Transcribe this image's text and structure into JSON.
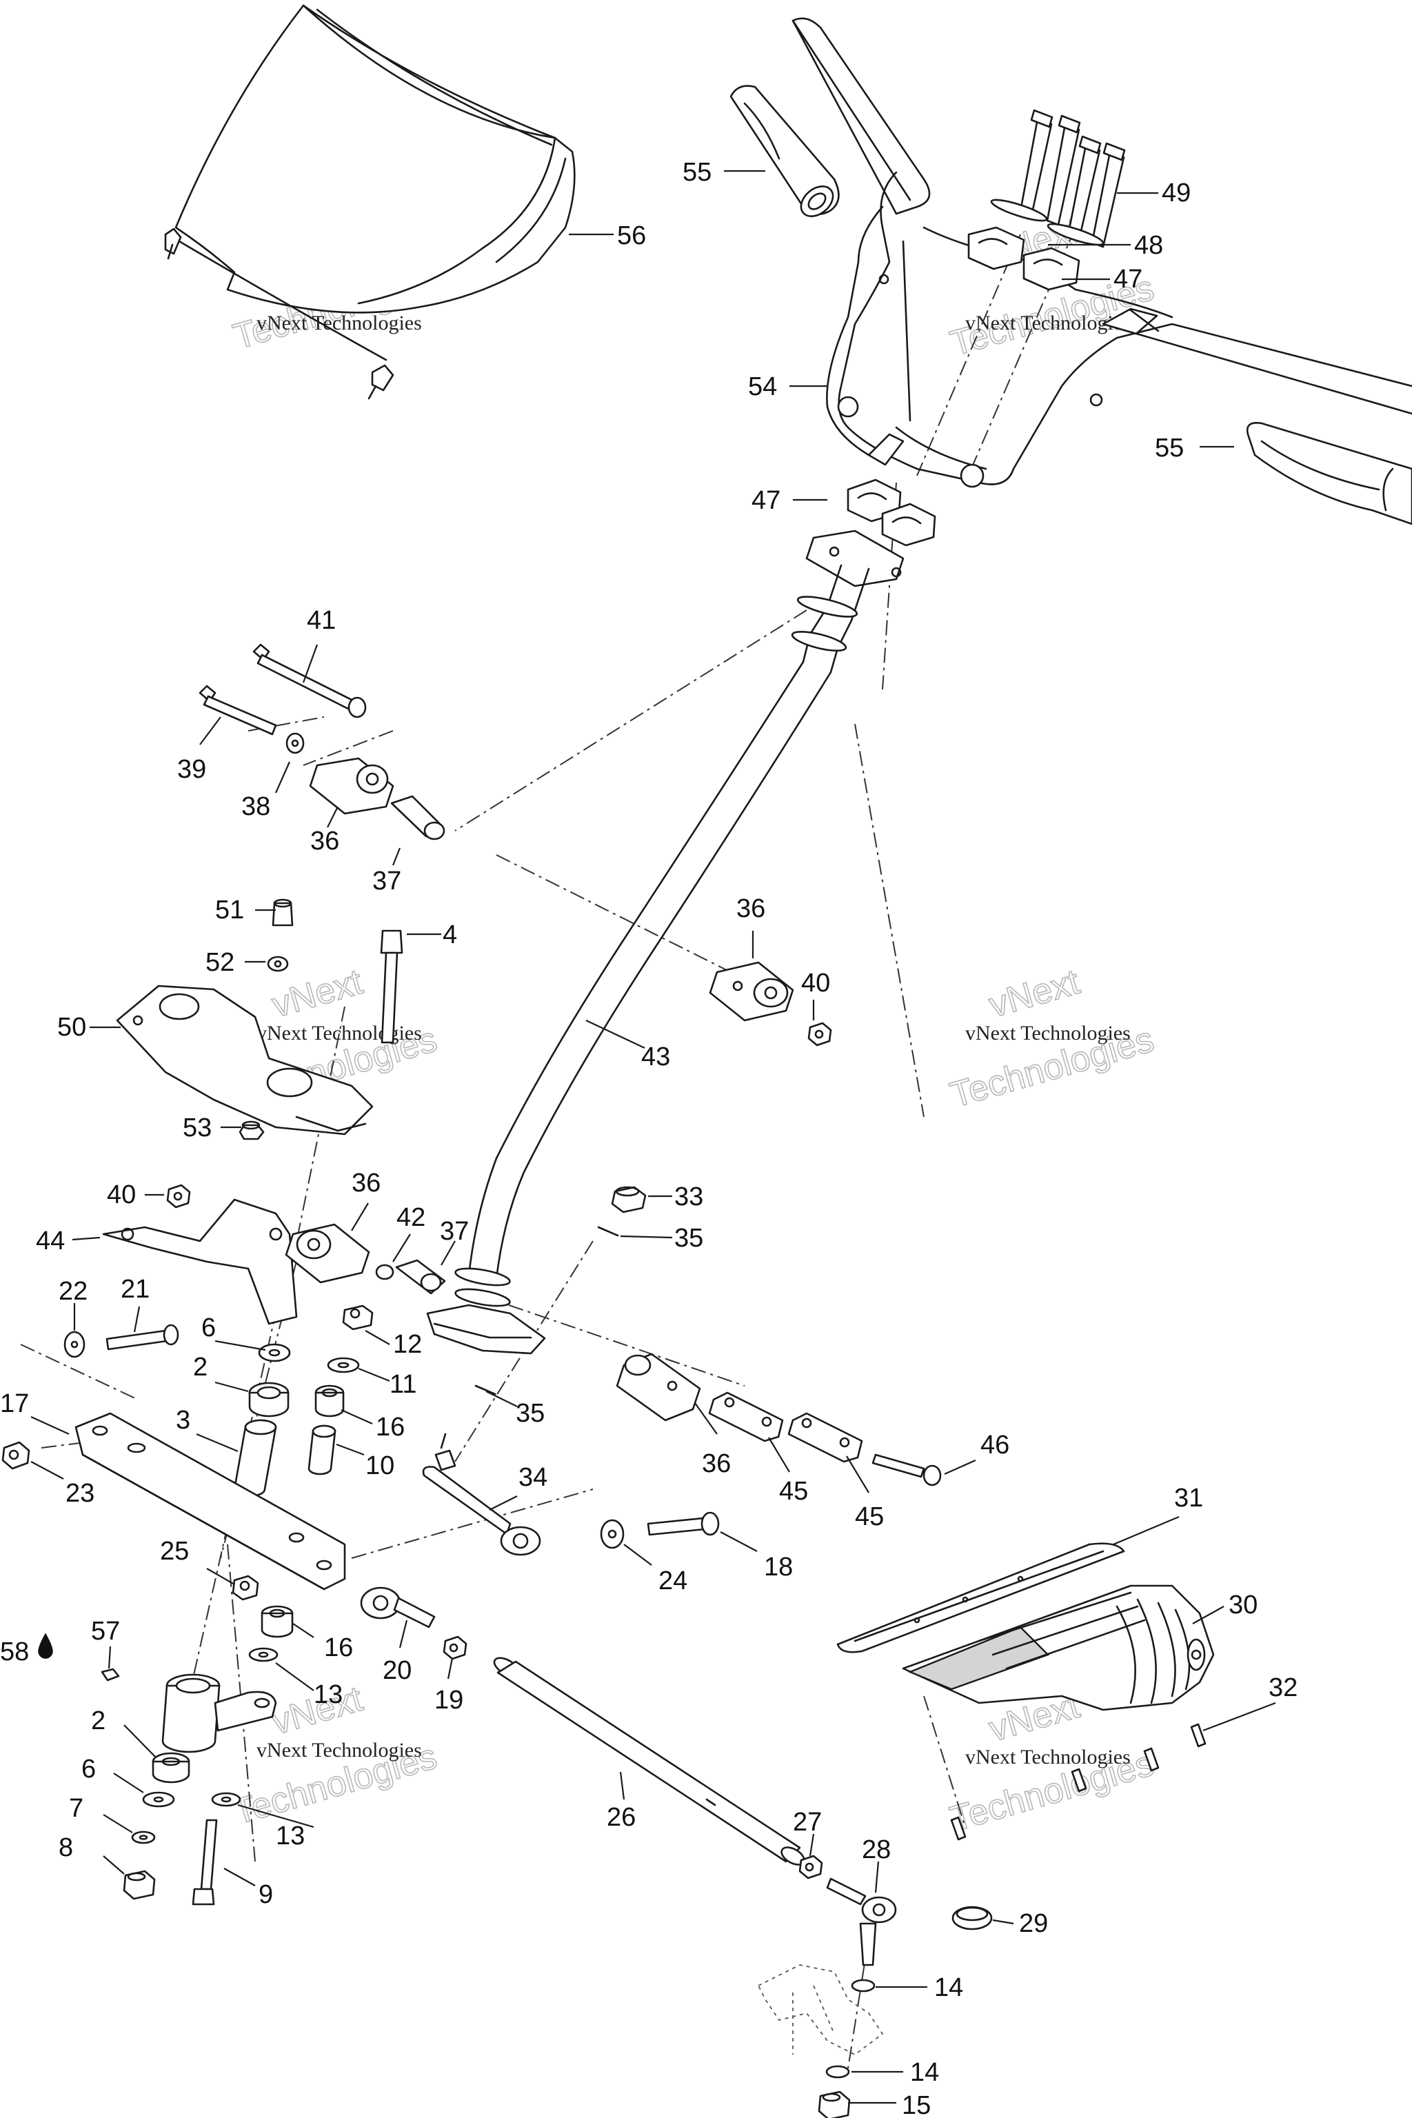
{
  "watermark": {
    "line1": "vNext",
    "line2": "vNext Technologies",
    "line3": "Technologies"
  },
  "callouts": {
    "c55a": "55",
    "c56": "56",
    "c49": "49",
    "c48": "48",
    "c47a": "47",
    "c54": "54",
    "c55b": "55",
    "c47b": "47",
    "c41": "41",
    "c39": "39",
    "c38": "38",
    "c36a": "36",
    "c37a": "37",
    "c51": "51",
    "c4": "4",
    "c52": "52",
    "c50": "50",
    "c53": "53",
    "c36b": "36",
    "c40a": "40",
    "c43": "43",
    "c40b": "40",
    "c36c": "36",
    "c44": "44",
    "c42": "42",
    "c37b": "37",
    "c33": "33",
    "c35a": "35",
    "c22": "22",
    "c21": "21",
    "c6a": "6",
    "c12": "12",
    "c2a": "2",
    "c11": "11",
    "c35b": "35",
    "c17": "17",
    "c3": "3",
    "c16a": "16",
    "c10": "10",
    "c36d": "36",
    "c45a": "45",
    "c45b": "45",
    "c46": "46",
    "c23": "23",
    "c34": "34",
    "c31": "31",
    "c25": "25",
    "c24": "24",
    "c18": "18",
    "c30": "30",
    "c58": "58",
    "c57": "57",
    "c16b": "16",
    "c20": "20",
    "c19": "19",
    "c13a": "13",
    "c32": "32",
    "c2b": "2",
    "c6b": "6",
    "c26": "26",
    "c13b": "13",
    "c7": "7",
    "c27": "27",
    "c28": "28",
    "c8": "8",
    "c9": "9",
    "c29": "29",
    "c14a": "14",
    "c14b": "14",
    "c15": "15"
  }
}
